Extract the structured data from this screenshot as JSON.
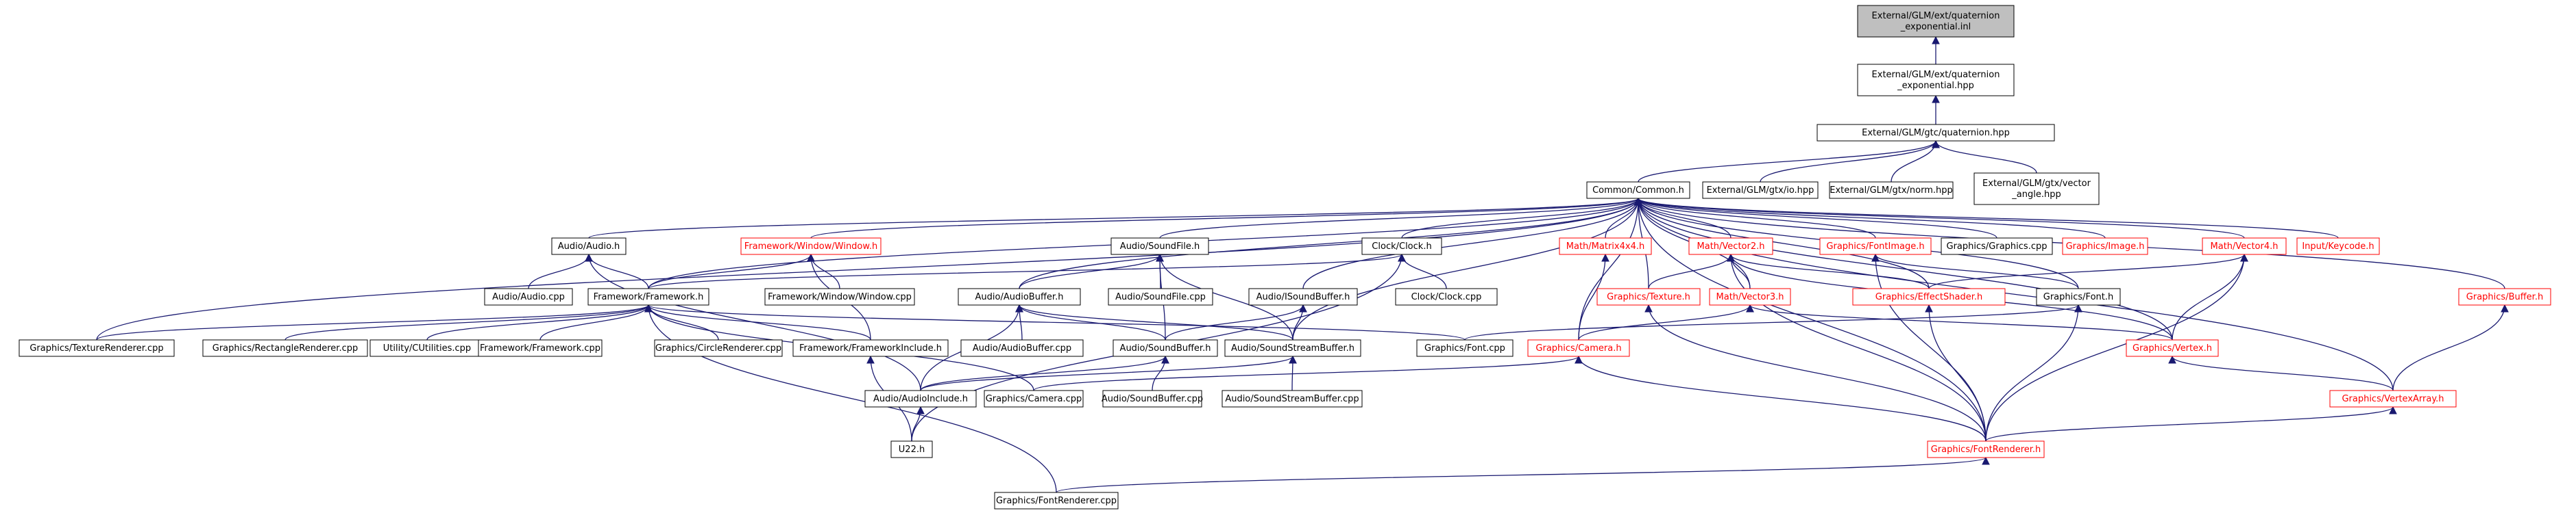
{
  "graph": {
    "nodes": [
      {
        "id": "n0",
        "lines": [
          "External/GLM/ext/quaternion",
          "_exponential.inl"
        ],
        "style": "root"
      },
      {
        "id": "n1",
        "lines": [
          "External/GLM/ext/quaternion",
          "_exponential.hpp"
        ],
        "style": "normal"
      },
      {
        "id": "n2",
        "lines": [
          "External/GLM/gtc/quaternion.hpp"
        ],
        "style": "normal"
      },
      {
        "id": "n3",
        "lines": [
          "Common/Common.h"
        ],
        "style": "normal"
      },
      {
        "id": "n4",
        "lines": [
          "External/GLM/gtx/io.hpp"
        ],
        "style": "normal"
      },
      {
        "id": "n5",
        "lines": [
          "External/GLM/gtx/norm.hpp"
        ],
        "style": "normal"
      },
      {
        "id": "n6",
        "lines": [
          "External/GLM/gtx/vector",
          "_angle.hpp"
        ],
        "style": "normal"
      },
      {
        "id": "n7",
        "lines": [
          "Audio/Audio.h"
        ],
        "style": "normal"
      },
      {
        "id": "n8",
        "lines": [
          "Framework/Window/Window.h"
        ],
        "style": "red"
      },
      {
        "id": "n9",
        "lines": [
          "Audio/SoundFile.h"
        ],
        "style": "normal"
      },
      {
        "id": "n10",
        "lines": [
          "Clock/Clock.h"
        ],
        "style": "normal"
      },
      {
        "id": "n11",
        "lines": [
          "Math/Matrix4x4.h"
        ],
        "style": "red"
      },
      {
        "id": "n12",
        "lines": [
          "Math/Vector2.h"
        ],
        "style": "red"
      },
      {
        "id": "n13",
        "lines": [
          "Graphics/FontImage.h"
        ],
        "style": "red"
      },
      {
        "id": "n14",
        "lines": [
          "Graphics/Graphics.cpp"
        ],
        "style": "normal"
      },
      {
        "id": "n15",
        "lines": [
          "Graphics/Image.h"
        ],
        "style": "red"
      },
      {
        "id": "n16",
        "lines": [
          "Math/Vector4.h"
        ],
        "style": "red"
      },
      {
        "id": "n17",
        "lines": [
          "Input/Keycode.h"
        ],
        "style": "red"
      },
      {
        "id": "n18",
        "lines": [
          "Audio/Audio.cpp"
        ],
        "style": "normal"
      },
      {
        "id": "n19",
        "lines": [
          "Framework/Framework.h"
        ],
        "style": "normal"
      },
      {
        "id": "n20",
        "lines": [
          "Framework/Window/Window.cpp"
        ],
        "style": "normal"
      },
      {
        "id": "n21",
        "lines": [
          "Audio/AudioBuffer.h"
        ],
        "style": "normal"
      },
      {
        "id": "n22",
        "lines": [
          "Audio/SoundFile.cpp"
        ],
        "style": "normal"
      },
      {
        "id": "n23",
        "lines": [
          "Audio/ISoundBuffer.h"
        ],
        "style": "normal"
      },
      {
        "id": "n24",
        "lines": [
          "Clock/Clock.cpp"
        ],
        "style": "normal"
      },
      {
        "id": "n25",
        "lines": [
          "Graphics/Texture.h"
        ],
        "style": "red"
      },
      {
        "id": "n26",
        "lines": [
          "Math/Vector3.h"
        ],
        "style": "red"
      },
      {
        "id": "n27",
        "lines": [
          "Graphics/EffectShader.h"
        ],
        "style": "red"
      },
      {
        "id": "n28",
        "lines": [
          "Graphics/Font.h"
        ],
        "style": "normal"
      },
      {
        "id": "n29",
        "lines": [
          "Graphics/Buffer.h"
        ],
        "style": "red"
      },
      {
        "id": "n30",
        "lines": [
          "Graphics/TextureRenderer.cpp"
        ],
        "style": "normal"
      },
      {
        "id": "n31",
        "lines": [
          "Graphics/RectangleRenderer.cpp"
        ],
        "style": "normal"
      },
      {
        "id": "n32",
        "lines": [
          "Utility/CUtilities.cpp"
        ],
        "style": "normal"
      },
      {
        "id": "n33",
        "lines": [
          "Framework/Framework.cpp"
        ],
        "style": "normal"
      },
      {
        "id": "n34",
        "lines": [
          "Graphics/CircleRenderer.cpp"
        ],
        "style": "normal"
      },
      {
        "id": "n35",
        "lines": [
          "Framework/FrameworkInclude.h"
        ],
        "style": "normal"
      },
      {
        "id": "n36",
        "lines": [
          "Audio/AudioBuffer.cpp"
        ],
        "style": "normal"
      },
      {
        "id": "n37",
        "lines": [
          "Audio/SoundBuffer.h"
        ],
        "style": "normal"
      },
      {
        "id": "n38",
        "lines": [
          "Audio/SoundStreamBuffer.h"
        ],
        "style": "normal"
      },
      {
        "id": "n39",
        "lines": [
          "Graphics/Font.cpp"
        ],
        "style": "normal"
      },
      {
        "id": "n40",
        "lines": [
          "Graphics/Camera.h"
        ],
        "style": "red"
      },
      {
        "id": "n41",
        "lines": [
          "Graphics/Vertex.h"
        ],
        "style": "red"
      },
      {
        "id": "n42",
        "lines": [
          "Audio/AudioInclude.h"
        ],
        "style": "normal"
      },
      {
        "id": "n43",
        "lines": [
          "Graphics/Camera.cpp"
        ],
        "style": "normal"
      },
      {
        "id": "n44",
        "lines": [
          "Audio/SoundBuffer.cpp"
        ],
        "style": "normal"
      },
      {
        "id": "n45",
        "lines": [
          "Audio/SoundStreamBuffer.cpp"
        ],
        "style": "normal"
      },
      {
        "id": "n46",
        "lines": [
          "Graphics/VertexArray.h"
        ],
        "style": "red"
      },
      {
        "id": "n47",
        "lines": [
          "U22.h"
        ],
        "style": "normal"
      },
      {
        "id": "n48",
        "lines": [
          "Graphics/FontRenderer.h"
        ],
        "style": "red"
      },
      {
        "id": "n49",
        "lines": [
          "Graphics/FontRenderer.cpp"
        ],
        "style": "normal"
      }
    ],
    "edges": [
      [
        "n1",
        "n0"
      ],
      [
        "n2",
        "n1"
      ],
      [
        "n3",
        "n2"
      ],
      [
        "n4",
        "n2"
      ],
      [
        "n5",
        "n2"
      ],
      [
        "n6",
        "n2"
      ],
      [
        "n7",
        "n3"
      ],
      [
        "n8",
        "n3"
      ],
      [
        "n9",
        "n3"
      ],
      [
        "n10",
        "n3"
      ],
      [
        "n11",
        "n3"
      ],
      [
        "n12",
        "n3"
      ],
      [
        "n13",
        "n3"
      ],
      [
        "n14",
        "n3"
      ],
      [
        "n15",
        "n3"
      ],
      [
        "n16",
        "n3"
      ],
      [
        "n17",
        "n3"
      ],
      [
        "n29",
        "n3"
      ],
      [
        "n30",
        "n3"
      ],
      [
        "n19",
        "n3"
      ],
      [
        "n21",
        "n3"
      ],
      [
        "n23",
        "n3"
      ],
      [
        "n25",
        "n3"
      ],
      [
        "n26",
        "n3"
      ],
      [
        "n27",
        "n3"
      ],
      [
        "n28",
        "n3"
      ],
      [
        "n40",
        "n3"
      ],
      [
        "n41",
        "n3"
      ],
      [
        "n46",
        "n3"
      ],
      [
        "n48",
        "n3"
      ],
      [
        "n38",
        "n3"
      ],
      [
        "n18",
        "n7"
      ],
      [
        "n19",
        "n7"
      ],
      [
        "n42",
        "n7"
      ],
      [
        "n19",
        "n8"
      ],
      [
        "n20",
        "n8"
      ],
      [
        "n35",
        "n8"
      ],
      [
        "n21",
        "n9"
      ],
      [
        "n22",
        "n9"
      ],
      [
        "n37",
        "n9"
      ],
      [
        "n38",
        "n9"
      ],
      [
        "n19",
        "n10"
      ],
      [
        "n24",
        "n10"
      ],
      [
        "n47",
        "n10"
      ],
      [
        "n40",
        "n11"
      ],
      [
        "n25",
        "n12"
      ],
      [
        "n26",
        "n12"
      ],
      [
        "n27",
        "n12"
      ],
      [
        "n41",
        "n12"
      ],
      [
        "n48",
        "n12"
      ],
      [
        "n28",
        "n13"
      ],
      [
        "n48",
        "n13"
      ],
      [
        "n27",
        "n16"
      ],
      [
        "n41",
        "n16"
      ],
      [
        "n48",
        "n16"
      ],
      [
        "n30",
        "n19"
      ],
      [
        "n31",
        "n19"
      ],
      [
        "n32",
        "n19"
      ],
      [
        "n33",
        "n19"
      ],
      [
        "n34",
        "n19"
      ],
      [
        "n35",
        "n19"
      ],
      [
        "n39",
        "n19"
      ],
      [
        "n43",
        "n19"
      ],
      [
        "n49",
        "n19"
      ],
      [
        "n36",
        "n21"
      ],
      [
        "n37",
        "n21"
      ],
      [
        "n38",
        "n21"
      ],
      [
        "n42",
        "n21"
      ],
      [
        "n37",
        "n23"
      ],
      [
        "n38",
        "n23"
      ],
      [
        "n48",
        "n25"
      ],
      [
        "n40",
        "n26"
      ],
      [
        "n41",
        "n26"
      ],
      [
        "n48",
        "n27"
      ],
      [
        "n39",
        "n28"
      ],
      [
        "n48",
        "n28"
      ],
      [
        "n46",
        "n29"
      ],
      [
        "n47",
        "n35"
      ],
      [
        "n42",
        "n37"
      ],
      [
        "n44",
        "n37"
      ],
      [
        "n42",
        "n38"
      ],
      [
        "n45",
        "n38"
      ],
      [
        "n43",
        "n40"
      ],
      [
        "n48",
        "n40"
      ],
      [
        "n46",
        "n41"
      ],
      [
        "n47",
        "n42"
      ],
      [
        "n48",
        "n46"
      ],
      [
        "n49",
        "n48"
      ]
    ]
  }
}
